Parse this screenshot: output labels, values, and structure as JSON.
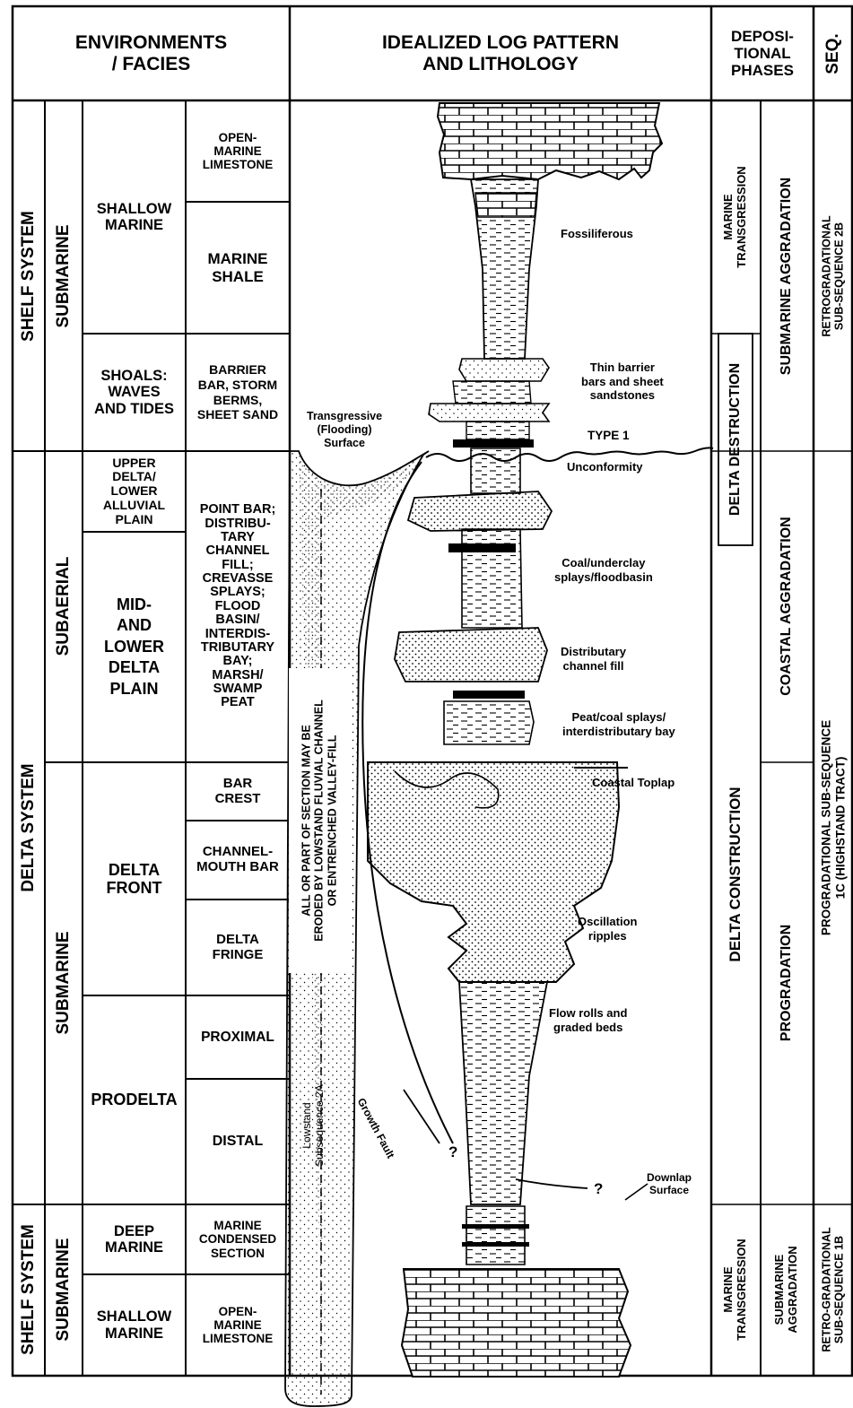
{
  "headers": {
    "environments": [
      "ENVIRONMENTS",
      "/ FACIES"
    ],
    "log": [
      "IDEALIZED LOG PATTERN",
      "AND LITHOLOGY"
    ],
    "phases": [
      "DEPOSI-",
      "TIONAL",
      "PHASES"
    ],
    "seq": "SEQ."
  },
  "systems": {
    "shelf_top": "SHELF SYSTEM",
    "delta": "DELTA SYSTEM",
    "shelf_bottom": "SHELF SYSTEM"
  },
  "subsystems": {
    "submarine_top": "SUBMARINE",
    "subaerial": "SUBAERIAL",
    "submarine_mid": "SUBMARINE",
    "submarine_bottom": "SUBMARINE"
  },
  "environments": {
    "shallow_marine_top": [
      "SHALLOW",
      "MARINE"
    ],
    "shoals": [
      "SHOALS:",
      "WAVES",
      "AND TIDES"
    ],
    "upper_delta": [
      "UPPER",
      "DELTA/",
      "LOWER",
      "ALLUVIAL",
      "PLAIN"
    ],
    "mid_lower_delta": [
      "MID-",
      "AND",
      "LOWER",
      "DELTA",
      "PLAIN"
    ],
    "delta_front": [
      "DELTA",
      "FRONT"
    ],
    "prodelta": "PRODELTA",
    "deep_marine": [
      "DEEP",
      "MARINE"
    ],
    "shallow_marine_bottom": [
      "SHALLOW",
      "MARINE"
    ]
  },
  "facies": {
    "open_marine_limestone_top": [
      "OPEN-",
      "MARINE",
      "LIMESTONE"
    ],
    "marine_shale": [
      "MARINE",
      "SHALE"
    ],
    "barrier_bar": [
      "BARRIER",
      "BAR, STORM",
      "BERMS,",
      "SHEET SAND"
    ],
    "point_bar": [
      "POINT BAR;",
      "DISTRIBU-",
      "TARY",
      "CHANNEL",
      "FILL;",
      "CREVASSE",
      "SPLAYS;",
      "FLOOD",
      "BASIN/",
      "INTERDIS-",
      "TRIBUTARY",
      "BAY;",
      "MARSH/",
      "SWAMP",
      "PEAT"
    ],
    "bar_crest": [
      "BAR",
      "CREST"
    ],
    "channel_mouth_bar": [
      "CHANNEL-",
      "MOUTH BAR"
    ],
    "delta_fringe": [
      "DELTA",
      "FRINGE"
    ],
    "proximal": "PROXIMAL",
    "distal": "DISTAL",
    "marine_condensed": [
      "MARINE",
      "CONDENSED",
      "SECTION"
    ],
    "open_marine_limestone_bottom": [
      "OPEN-",
      "MARINE",
      "LIMESTONE"
    ]
  },
  "log_notes": {
    "valley_fill": [
      "ALL OR PART OF SECTION MAY BE",
      "ERODED BY LOWSTAND FLUVIAL CHANNEL",
      "OR ENTRENCHED VALLEY-FILL"
    ],
    "lowstand": [
      "Lowstand",
      "Subsequence 2A"
    ]
  },
  "annotations": {
    "fossiliferous": "Fossiliferous",
    "thin_barrier": [
      "Thin barrier",
      "bars and sheet",
      "sandstones"
    ],
    "transgressive": [
      "Transgressive",
      "(Flooding)",
      "Surface"
    ],
    "type1": "TYPE 1",
    "unconformity": "Unconformity",
    "coal_underclay": [
      "Coal/underclay",
      "splays/floodbasin"
    ],
    "distributary": [
      "Distributary",
      "channel fill"
    ],
    "peat_coal": [
      "Peat/coal splays/",
      "interdistributary bay"
    ],
    "coastal_toplap": "Coastal Toplap",
    "oscillation": [
      "Oscillation",
      "ripples"
    ],
    "flow_rolls": [
      "Flow rolls and",
      "graded beds"
    ],
    "growth_fault": "Growth Fault",
    "question": "?",
    "downlap": [
      "Downlap",
      "Surface"
    ]
  },
  "phases": {
    "marine_transgression_top": [
      "MARINE",
      "TRANSGRESSION"
    ],
    "delta_destruction": "DELTA DESTRUCTION",
    "delta_construction": "DELTA CONSTRUCTION",
    "marine_transgression_bottom": [
      "MARINE",
      "TRANSGRESSION"
    ],
    "submarine_aggradation_top": "SUBMARINE AGGRADATION",
    "coastal_aggradation": "COASTAL AGGRADATION",
    "progradation": "PROGRADATION",
    "submarine_aggradation_bottom": [
      "SUBMARINE",
      "AGGRADATION"
    ]
  },
  "sequences": {
    "retro_2b": [
      "RETROGRADATIONAL",
      "SUB-SEQUENCE 2B"
    ],
    "prograd_1c": [
      "PROGRADATIONAL SUB-SEQUENCE",
      "1C (HIGHSTAND TRACT)"
    ],
    "retro_1b": [
      "RETRO-GRADATIONAL",
      "SUB-SEQUENCE 1B"
    ]
  }
}
